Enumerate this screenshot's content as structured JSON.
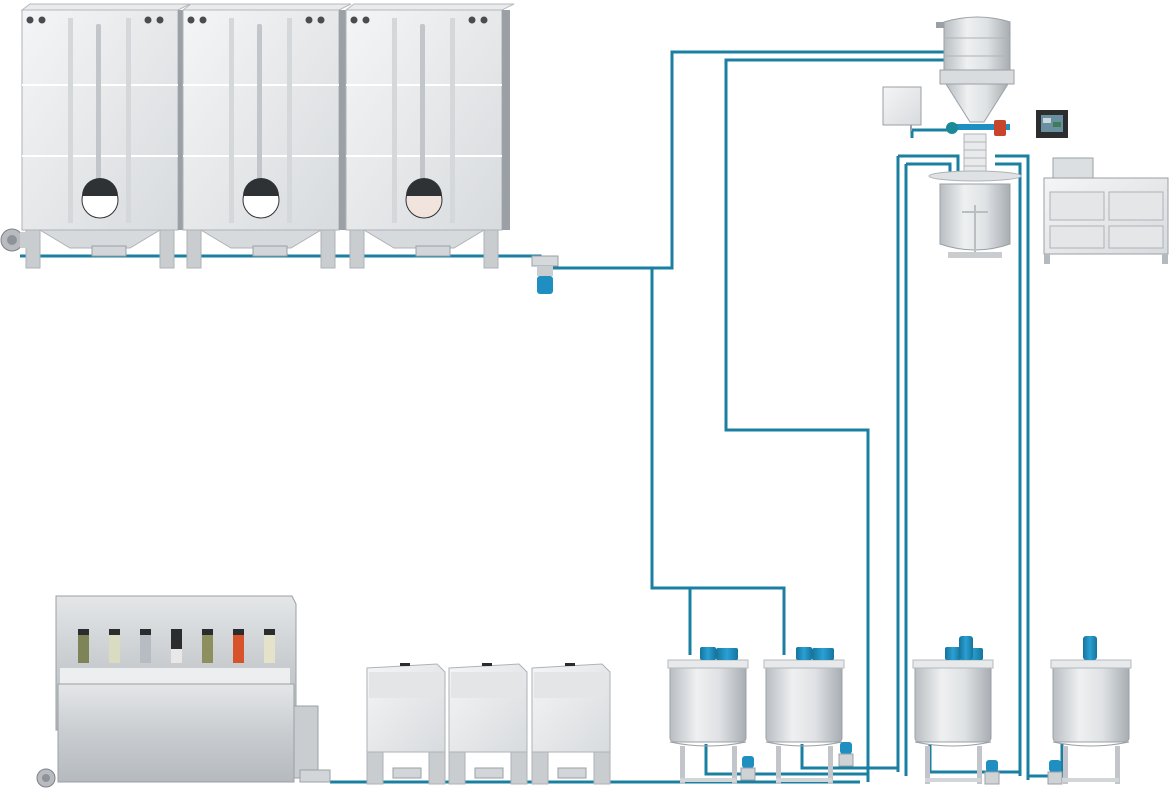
{
  "diagram": {
    "pipe_color": "#1a7fa0",
    "steel_light": "#eef0f1",
    "steel_mid": "#cfd3d6",
    "steel_dark": "#9aa0a5",
    "motor_color": "#1f8fc2",
    "valve_red": "#c8442b",
    "sight_glass_colors": [
      "#7f8358",
      "#d9dcc0",
      "#b7bcc2",
      "#e8e8e8",
      "#8d8f5e",
      "#d8522a",
      "#e4e2c8"
    ],
    "icons": {
      "silo": "silo-icon",
      "blower": "blower-icon",
      "filter": "filter-icon",
      "receiver": "vacuum-receiver-icon",
      "control_panel": "control-panel-icon",
      "hmi": "touch-screen-icon",
      "mixer": "mixing-tank-icon",
      "pump": "pump-icon",
      "extruder": "extruder-icon",
      "bin": "storage-bin-icon"
    },
    "counts": {
      "silos": 3,
      "bins": 3,
      "tanks": 4,
      "sight_windows": 7
    }
  }
}
